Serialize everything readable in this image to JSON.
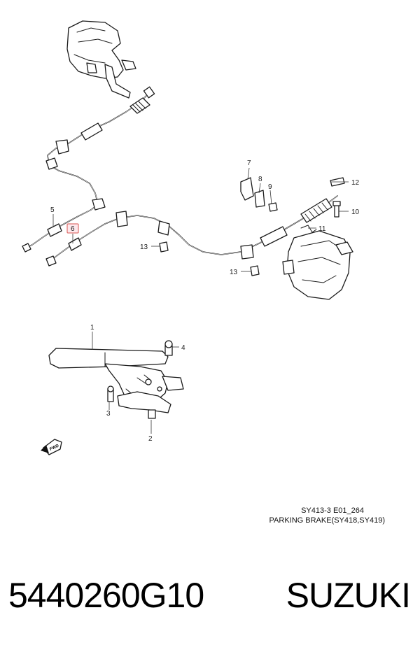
{
  "diagram": {
    "callouts": {
      "c1": "1",
      "c2": "2",
      "c3": "3",
      "c4": "4",
      "c5": "5",
      "c6": "6",
      "c7": "7",
      "c8": "8",
      "c9": "9",
      "c10": "10",
      "c11": "11",
      "c12": "12",
      "c13a": "13",
      "c13b": "13"
    },
    "highlighted_callout": "6",
    "fwd_label": "FWD",
    "reference_code": "SY413-3 E01_264",
    "reference_title": "PARKING BRAKE(SY418,SY419)"
  },
  "footer": {
    "part_number": "5440260G10",
    "brand": "SUZUKI"
  }
}
